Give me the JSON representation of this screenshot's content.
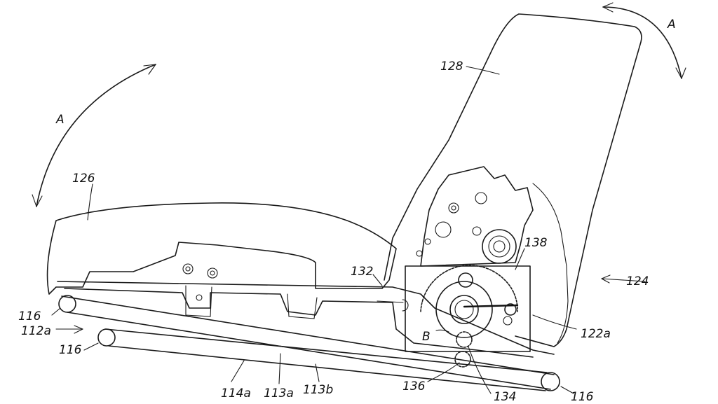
{
  "figure": {
    "labels": {
      "arrow_a_left": "A",
      "arrow_a_right": "A",
      "backrest": "128",
      "seat_cushion": "126",
      "seat_assembly": "124",
      "gear_138": "138",
      "link_132": "132",
      "arrow_b": "B",
      "link_122a": "122a",
      "roller_top_left": "116",
      "roller_mid_left": "116",
      "roller_right": "116",
      "rail_112a": "112a",
      "rail_114a": "114a",
      "rail_113a": "113a",
      "rail_113b": "113b",
      "gear_136": "136",
      "gear_134": "134"
    }
  }
}
